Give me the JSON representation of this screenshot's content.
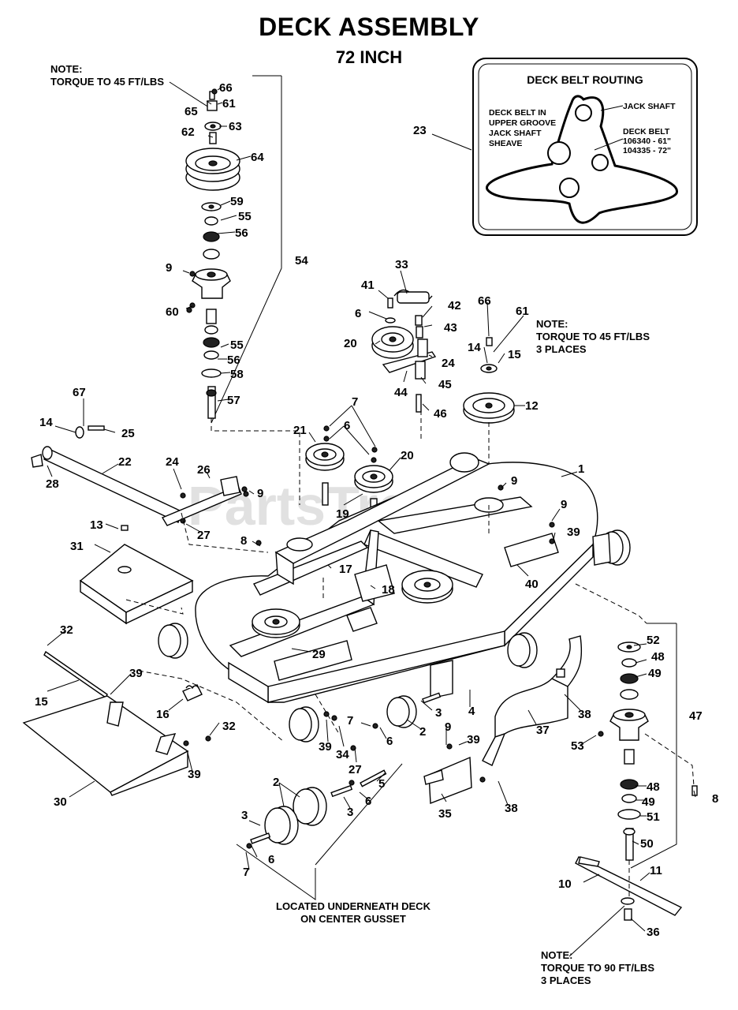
{
  "title": "DECK ASSEMBLY",
  "subtitle": "72 INCH",
  "notes": {
    "top_left": "NOTE:\nTORQUE TO 45 FT/LBS",
    "right": "NOTE:\nTORQUE TO 45 FT/LBS\n3 PLACES",
    "bottom_right": "NOTE:\nTORQUE TO 90 FT/LBS\n3 PLACES",
    "bottom_center": "LOCATED UNDERNEATH DECK\nON CENTER GUSSET"
  },
  "routing_box": {
    "title": "DECK BELT ROUTING",
    "jack_shaft": "JACK SHAFT",
    "upper_groove": "DECK BELT IN\nUPPER GROOVE\nJACK SHAFT\nSHEAVE",
    "deck_belt": "DECK BELT\n106340 - 61\"\n104335 - 72\""
  },
  "watermark": "PartsTree",
  "watermark_tm": "TM",
  "callouts": [
    "1",
    "2",
    "3",
    "4",
    "5",
    "6",
    "7",
    "8",
    "9",
    "10",
    "11",
    "12",
    "13",
    "14",
    "15",
    "16",
    "17",
    "18",
    "19",
    "20",
    "21",
    "22",
    "23",
    "24",
    "25",
    "26",
    "27",
    "28",
    "29",
    "30",
    "31",
    "32",
    "33",
    "34",
    "35",
    "36",
    "37",
    "38",
    "39",
    "40",
    "41",
    "42",
    "43",
    "44",
    "45",
    "46",
    "47",
    "48",
    "49",
    "50",
    "51",
    "52",
    "53",
    "54",
    "55",
    "56",
    "57",
    "58",
    "59",
    "60",
    "61",
    "62",
    "63",
    "64",
    "65",
    "66",
    "67"
  ]
}
